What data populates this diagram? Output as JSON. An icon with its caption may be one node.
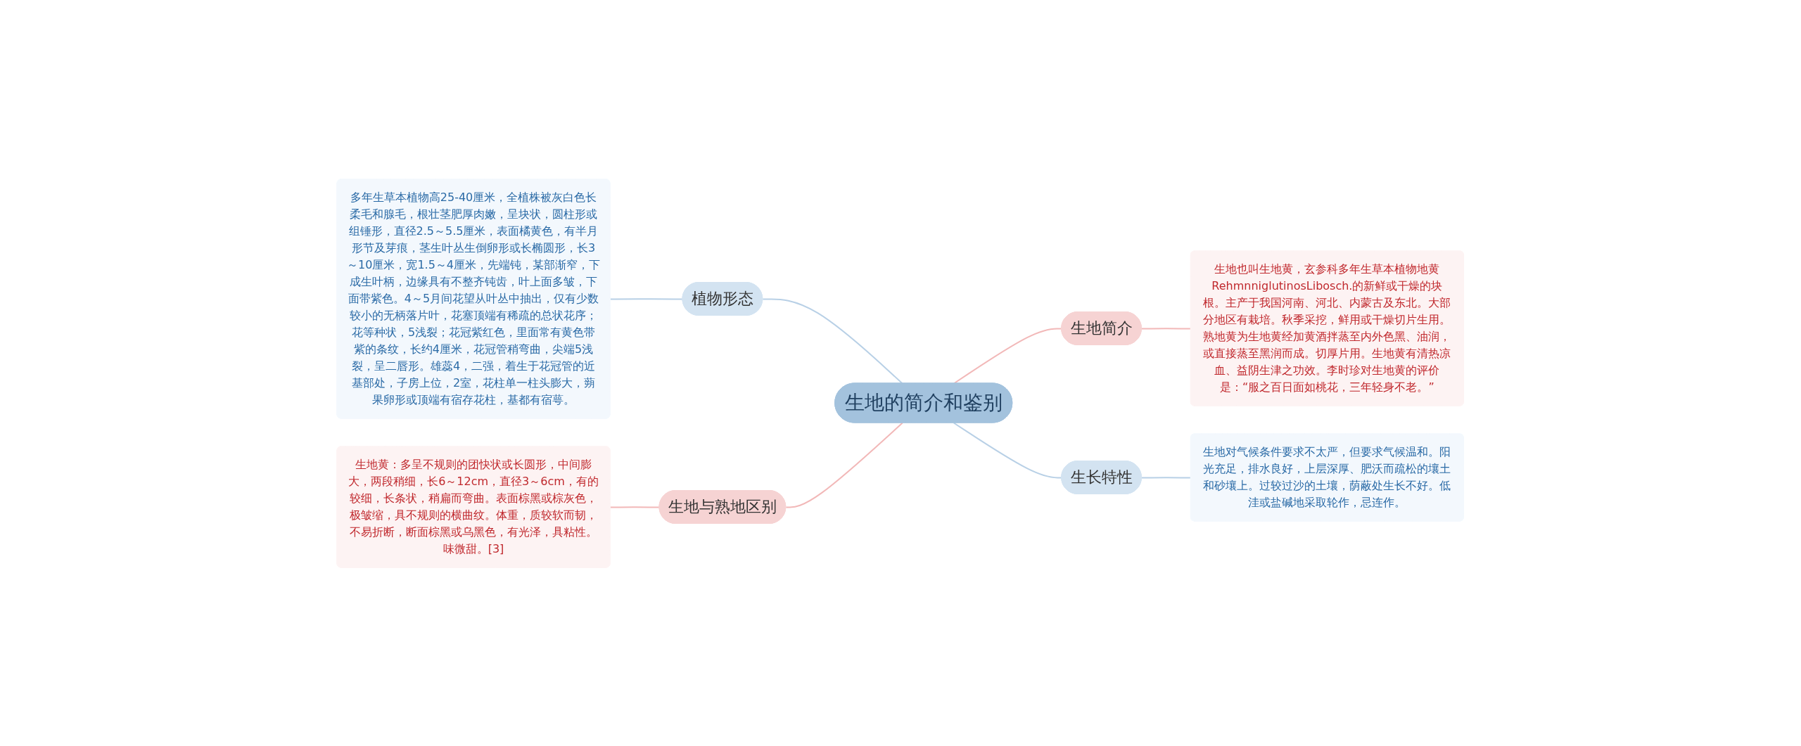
{
  "diagram": {
    "nodes": [
      {
        "text": [
          "生地的简介和鉴别"
        ]
      },
      {
        "text": [
          "生地简介"
        ]
      },
      {
        "text": [
          "生地也叫生地黄，玄参科多年生草本植物地黄RehmnniglutinosLibosch.的新鲜或干燥的块根。主产于我国河南、河北、内蒙古及东北。大部分地区有栽培。秋季采挖，鲜用或干燥切片生用。熟地黄为生地黄经加黄酒拌蒸至内外色黑、油润，或直接蒸至黑润而成。切厚片用。生地黄有清热凉血、益阴生津之功效。李时珍对生地黄的评价是：“服之百日面如桃花，三年轻身不老。”"
        ]
      },
      {
        "text": [
          "生长特性"
        ]
      },
      {
        "text": [
          "生地对气候条件要求不太严，但要求气候温和。阳光充足，排水良好，上层深厚、肥沃而疏松的壤土和砂壤上。过较过沙的土壤，荫蔽处生长不好。低洼或盐碱地采取轮作，忌连作。"
        ]
      },
      {
        "text": [
          "植物形态"
        ]
      },
      {
        "text": [
          "多年生草本植物高25-40厘米，全植株被灰白色长柔毛和腺毛，根壮茎肥厚肉嫩，呈块状，圆柱形或组锤形，直径2.5～5.5厘米，表面橘黄色，有半月形节及芽痕，茎生叶丛生倒卵形或长椭圆形，长3～10厘米，宽1.5～4厘米，先端钝，某部渐窄，下成生叶柄，边缘具有不整齐钝齿，叶上面多皱，下面带紫色。4～5月间花望从叶丛中抽出，仅有少数较小的无柄落片叶，花塞顶端有稀疏的总状花序；花等种状，5浅裂；花冠紫红色，里面常有黄色带紫的条纹，长约4厘米，花冠管稍弯曲，尖端5浅裂，呈二唇形。雄蕊4，二强，着生于花冠管的近基部处，子房上位，2室，花柱单一柱头膨大，蒴果卵形或顶端有宿存花柱，基都有宿萼。"
        ]
      },
      {
        "text": [
          "生地与熟地区别"
        ]
      },
      {
        "text": [
          "生地黄：多呈不规则的团快状或长圆形，中间膨大，两段稍细，长6～12cm，直径3～6cm，有的较细，长条状，稍扁而弯曲。表面棕黑或棕灰色，极皱缩，具不规则的横曲纹。体重，质较软而韧，不易折断，断面棕黑或乌黑色，有光泽，具粘性。味微甜。[3]"
        ]
      }
    ],
    "edges": [
      {
        "from": 0,
        "to": 1,
        "arrow": "none",
        "color": "#f2b8b8"
      },
      {
        "from": 1,
        "to": 2,
        "arrow": "none",
        "color": "#f2b8b8"
      },
      {
        "from": 0,
        "to": 3,
        "arrow": "none",
        "color": "#b8d0e6"
      },
      {
        "from": 3,
        "to": 4,
        "arrow": "none",
        "color": "#b8d0e6"
      },
      {
        "from": 5,
        "to": 0,
        "arrow": "none",
        "color": "#b8d0e6"
      },
      {
        "from": 6,
        "to": 5,
        "arrow": "none",
        "color": "#b8d0e6"
      },
      {
        "from": 7,
        "to": 0,
        "arrow": "none",
        "color": "#f2b8b8"
      },
      {
        "from": 8,
        "to": 7,
        "arrow": "none",
        "color": "#f2b8b8"
      }
    ]
  }
}
